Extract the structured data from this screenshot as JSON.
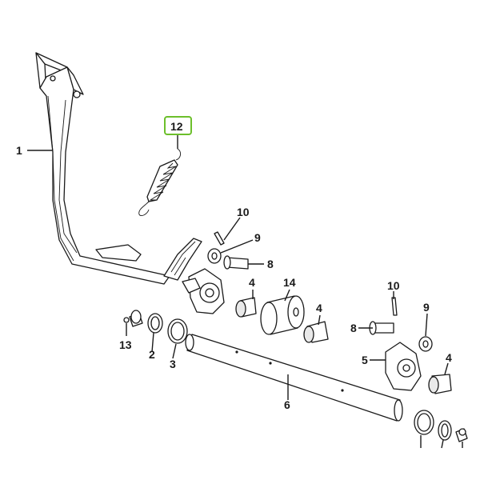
{
  "highlight_color": "#6cbf2b",
  "callouts": {
    "c1": "1",
    "c2": "2",
    "c3": "3",
    "c4a": "4",
    "c4b": "4",
    "c4c": "4",
    "c5": "5",
    "c6": "6",
    "c8a": "8",
    "c8b": "8",
    "c9a": "9",
    "c9b": "9",
    "c10a": "10",
    "c10b": "10",
    "c12": "12",
    "c13": "13",
    "c14": "14"
  }
}
